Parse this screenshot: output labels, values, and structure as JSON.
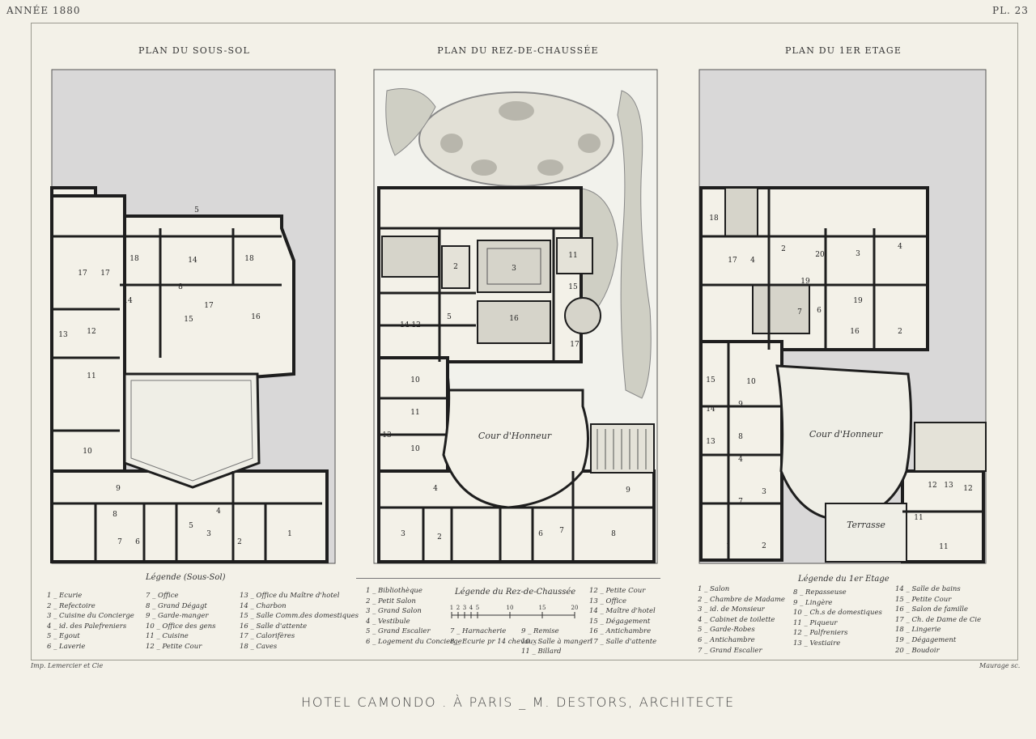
{
  "header": {
    "year": "ANNÉE 1880",
    "plate": "PL. 23"
  },
  "plans": {
    "sous_sol": {
      "title": "PLAN DU SOUS-SOL"
    },
    "rez": {
      "title": "PLAN DU REZ-DE-CHAUSSÉE",
      "court": "Cour d'Honneur"
    },
    "etage": {
      "title": "PLAN DU 1ER ETAGE",
      "court": "Cour d'Honneur",
      "terrace": "Terrasse"
    }
  },
  "legend_sous_sol": {
    "title": "Légende (Sous-Sol)",
    "col1": [
      "1 _ Ecurie",
      "2 _ Refectoire",
      "3 _ Cuisine du Concierge",
      "4 _ id. des Palefreniers",
      "5 _ Egout",
      "6 _ Laverie"
    ],
    "col2": [
      "7 _ Office",
      "8 _ Grand Dégagt",
      "9 _ Garde-manger",
      "10 _ Office des gens",
      "11 _ Cuisine",
      "12 _ Petite Cour"
    ],
    "col3": [
      "13 _ Office du Maître d'hotel",
      "14 _ Charbon",
      "15 _ Salle Comm.des domestiques",
      "16 _ Salle d'attente",
      "17 _ Calorifères",
      "18 _ Caves"
    ]
  },
  "legend_rez": {
    "title": "Légende du Rez-de-Chaussée",
    "col1": [
      "1 _ Bibliothèque",
      "2 _ Petit Salon",
      "3 _ Grand Salon",
      "4 _ Vestibule",
      "5 _ Grand Escalier",
      "6 _ Logement du Concierge"
    ],
    "scale": [
      "1",
      "2",
      "3",
      "4",
      "5",
      "10",
      "15",
      "20"
    ],
    "col2": [
      "7 _ Harnacherie",
      "8 _ Ecurie pr 14 chevaux"
    ],
    "col3": [
      "9 _ Remise",
      "10 _ Salle à manger",
      "11 _ Billard"
    ],
    "col4": [
      "12 _ Petite Cour",
      "13 _ Office",
      "14 _ Maître d'hotel",
      "15 _ Dégagement",
      "16 _ Antichambre",
      "17 _ Salle d'attente"
    ]
  },
  "legend_etage": {
    "title": "Légende du 1er Etage",
    "col1": [
      "1 _ Salon",
      "2 _ Chambre de Madame",
      "3 _ id. de Monsieur",
      "4 _ Cabinet de toilette",
      "5 _ Garde-Robes",
      "6 _ Antichambre",
      "7 _ Grand Escalier"
    ],
    "col2": [
      "8 _ Repasseuse",
      "9 _ Lingère",
      "10 _ Ch.s de domestiques",
      "11 _ Piqueur",
      "12 _ Palfreniers",
      "13 _ Vestiaire"
    ],
    "col3": [
      "14 _ Salle de bains",
      "15 _ Petite Cour",
      "16 _ Salon de famille",
      "17 _ Ch. de Dame de Cie",
      "18 _ Lingerie",
      "19 _ Dégagement",
      "20 _ Boudoir"
    ]
  },
  "footer": {
    "printer": "Imp. Lemercier et Cie",
    "engraver": "Maurage sc.",
    "title": "HOTEL CAMONDO . À PARIS _ M. DESTORS, ARCHITECTE"
  },
  "colors": {
    "wall": "#1e1e1e",
    "sky_wash": "#d9d8d8",
    "paper": "#f3f1e8",
    "garden": "#cfcfc4"
  }
}
